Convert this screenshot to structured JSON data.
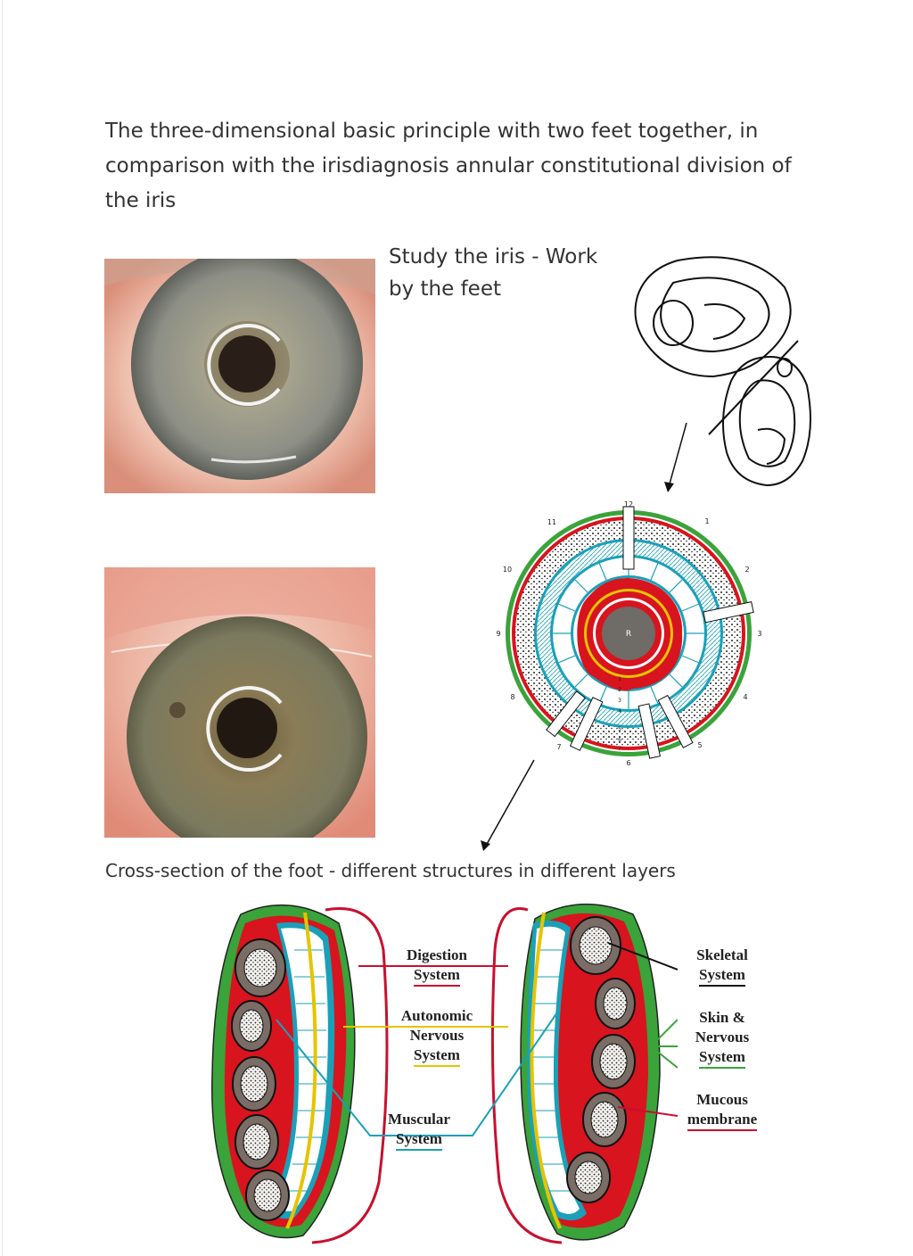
{
  "page": {
    "title": "The three-dimensional basic principle with two feet together, in comparison with the irisdiagnosis annular constitutional division of the iris",
    "subtitle": "Study the iris - Work by the feet",
    "caption": "Cross-section of the foot - different structures in different layers"
  },
  "iris_chart": {
    "center_label": "R",
    "clock_labels": [
      "12",
      "1",
      "2",
      "3",
      "4",
      "5",
      "6",
      "7",
      "8",
      "9",
      "10",
      "11"
    ],
    "zone_numbers": [
      "1",
      "2",
      "3",
      "4",
      "5",
      "6",
      "7"
    ]
  },
  "foot_labels": {
    "digestion": [
      "Digestion",
      "System"
    ],
    "autonomic": [
      "Autonomic",
      "Nervous",
      "System"
    ],
    "muscular": [
      "Muscular",
      "System"
    ],
    "skeletal": [
      "Skeletal",
      "System"
    ],
    "skin": [
      "Skin &",
      "Nervous",
      "System"
    ],
    "mucous": [
      "Mucous",
      "membrane"
    ]
  },
  "colors": {
    "skin_green": "#3aa33a",
    "mucous_red": "#d8141e",
    "digestion_crimson": "#c8102e",
    "autonomic_yellow": "#e5c400",
    "muscular_cyan": "#1aa0b8",
    "bone_gray": "#7a6d66"
  }
}
